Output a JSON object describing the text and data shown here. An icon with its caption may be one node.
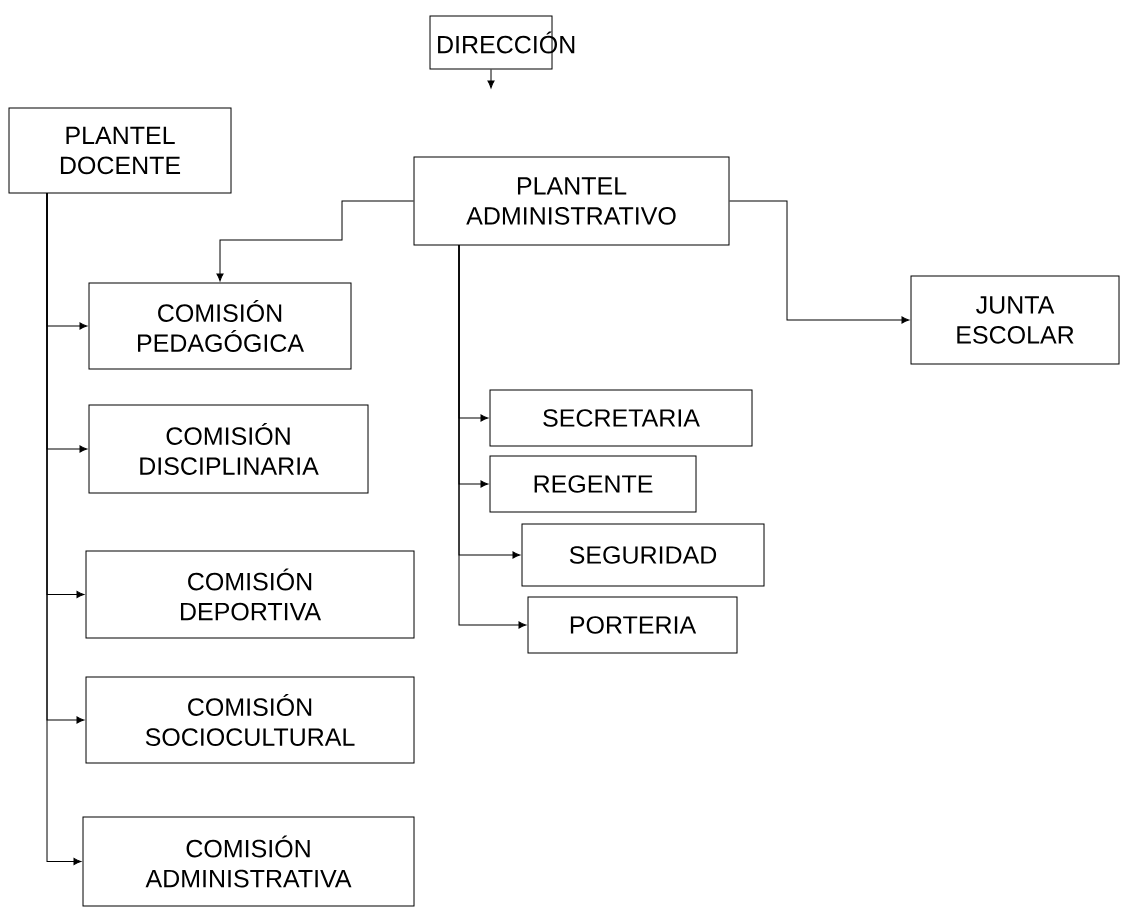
{
  "diagram": {
    "nodes": [
      {
        "text": [
          "DIRECCIÓN"
        ]
      },
      {
        "text": [
          "PLANTEL DOCENTE"
        ]
      },
      {
        "text": [
          "PLANTEL ADMINISTRATIVO"
        ]
      },
      {
        "text": [
          "COMISIÓN PEDAGÓGICA"
        ]
      },
      {
        "text": [
          "JUNTA ESCOLAR"
        ]
      },
      {
        "text": [
          "SECRETARIA"
        ]
      },
      {
        "text": [
          "COMISIÓN DISCIPLINARIA"
        ]
      },
      {
        "text": [
          "REGENTE"
        ]
      },
      {
        "text": [
          "SEGURIDAD"
        ]
      },
      {
        "text": [
          "COMISIÓN DEPORTIVA"
        ]
      },
      {
        "text": [
          "PORTERIA"
        ]
      },
      {
        "text": [
          "COMISIÓN SOCIOCULTURAL"
        ]
      },
      {
        "text": [
          "COMISIÓN ADMINISTRATIVA"
        ]
      }
    ],
    "edges": [
      {
        "from": 0,
        "to": null,
        "arrow": "to"
      },
      {
        "from": 1,
        "to": 3,
        "arrow": "to"
      },
      {
        "from": 1,
        "to": 6,
        "arrow": "to"
      },
      {
        "from": 1,
        "to": 9,
        "arrow": "to"
      },
      {
        "from": 1,
        "to": 11,
        "arrow": "to"
      },
      {
        "from": 1,
        "to": 12,
        "arrow": "to"
      },
      {
        "from": 2,
        "to": 3,
        "arrow": "to"
      },
      {
        "from": 2,
        "to": 4,
        "arrow": "to"
      },
      {
        "from": 2,
        "to": 5,
        "arrow": "to"
      },
      {
        "from": 2,
        "to": 7,
        "arrow": "to"
      },
      {
        "from": 2,
        "to": 8,
        "arrow": "to"
      },
      {
        "from": 2,
        "to": 10,
        "arrow": "to"
      }
    ]
  }
}
